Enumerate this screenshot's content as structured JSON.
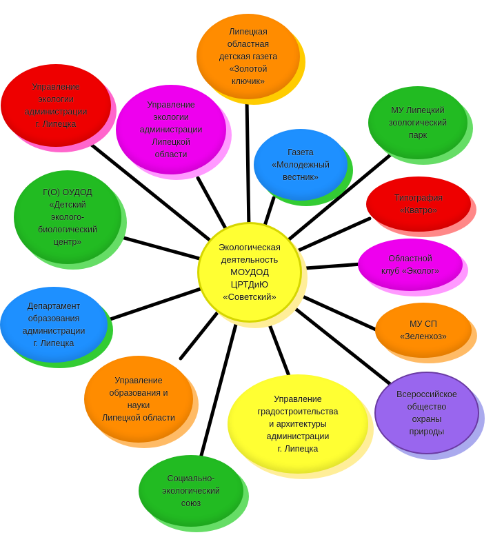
{
  "center": {
    "label": "Экологическая\nдеятельность\nМОУДОД\nЦРТДиЮ\n«Советский»",
    "color": "#ffff33",
    "shadow": "#ffee99"
  },
  "nodes": [
    {
      "id": "gazeta-zolotoy-klyuchik",
      "label": "Липецкая\nобластная\nдетская газета\n«Золотой\nключик»",
      "color": "#ff8c00",
      "shadow": "#ffcc00"
    },
    {
      "id": "upr-ekologii-lipetsk",
      "label": "Управление\nэкологии\nадминистрации\nг. Липецка",
      "color": "#ee0000",
      "shadow": "#ff66cc"
    },
    {
      "id": "upr-ekologii-oblast",
      "label": "Управление\nэкологии\nадминистрации\nЛипецкой\nобласти",
      "color": "#ee00ee",
      "shadow": "#ff99ff"
    },
    {
      "id": "gazeta-molodezhny",
      "label": "Газета\n«Молодежный\nвестник»",
      "color": "#1e90ff",
      "shadow": "#33cc33"
    },
    {
      "id": "zoopark",
      "label": "МУ Липецкий\nзоологический\nпарк",
      "color": "#22bb22",
      "shadow": "#66dd66"
    },
    {
      "id": "tipografiya",
      "label": "Типография\n«Кватро»",
      "color": "#ee0000",
      "shadow": "#ff8888"
    },
    {
      "id": "klub-ekolog",
      "label": "Областной\nклуб «Эколог»",
      "color": "#ee00ee",
      "shadow": "#ff99ff"
    },
    {
      "id": "zelenhoz",
      "label": "МУ СП\n«Зеленхоз»",
      "color": "#ff8c00",
      "shadow": "#ffbb66"
    },
    {
      "id": "vooop",
      "label": "Всероссийское\nобщество\nохраны\nприроды",
      "color": "#9966ee",
      "shadow": "#aaaaee"
    },
    {
      "id": "upr-gradostroitelstva",
      "label": "Управление\nградостроительства\nи архитектуры\nадминистрации\nг. Липецка",
      "color": "#ffff33",
      "shadow": "#ffee99"
    },
    {
      "id": "socialno-ekologichesky",
      "label": "Социально-\nэкологический\nсоюз",
      "color": "#22bb22",
      "shadow": "#66dd66"
    },
    {
      "id": "upr-obrazovaniya-oblast",
      "label": "Управление\nобразования и\nнауки\nЛипецкой области",
      "color": "#ff8c00",
      "shadow": "#ffbb66"
    },
    {
      "id": "departament-obrazovaniya",
      "label": "Департамент\nобразования\nадминистрации\nг. Липецка",
      "color": "#1e90ff",
      "shadow": "#33cc33"
    },
    {
      "id": "godod-ekocentr",
      "label": "Г(О) ОУДОД\n«Детский\nэколого-\nбиологический\nцентр»",
      "color": "#22bb22",
      "shadow": "#66dd66"
    }
  ]
}
